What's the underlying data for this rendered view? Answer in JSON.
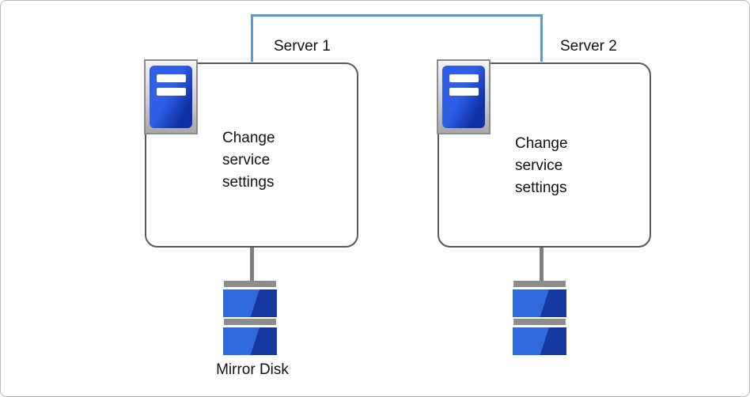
{
  "nodes": [
    {
      "id": "server1",
      "title": "Server 1",
      "body": "Change\nservice\nsettings"
    },
    {
      "id": "server2",
      "title": "Server 2",
      "body": "Change\nservice\nsettings"
    }
  ],
  "storage": {
    "label": "Mirror Disk"
  },
  "colors": {
    "connector_blue": "#5B9BD5",
    "node_border_gray": "#595959",
    "icon_blue_light": "#2E5FE6",
    "icon_blue_dark": "#0F30A6",
    "disk_blue_light": "#2E6BDC",
    "disk_blue_dark": "#16379E",
    "gray_bar": "#8C8C8C"
  }
}
